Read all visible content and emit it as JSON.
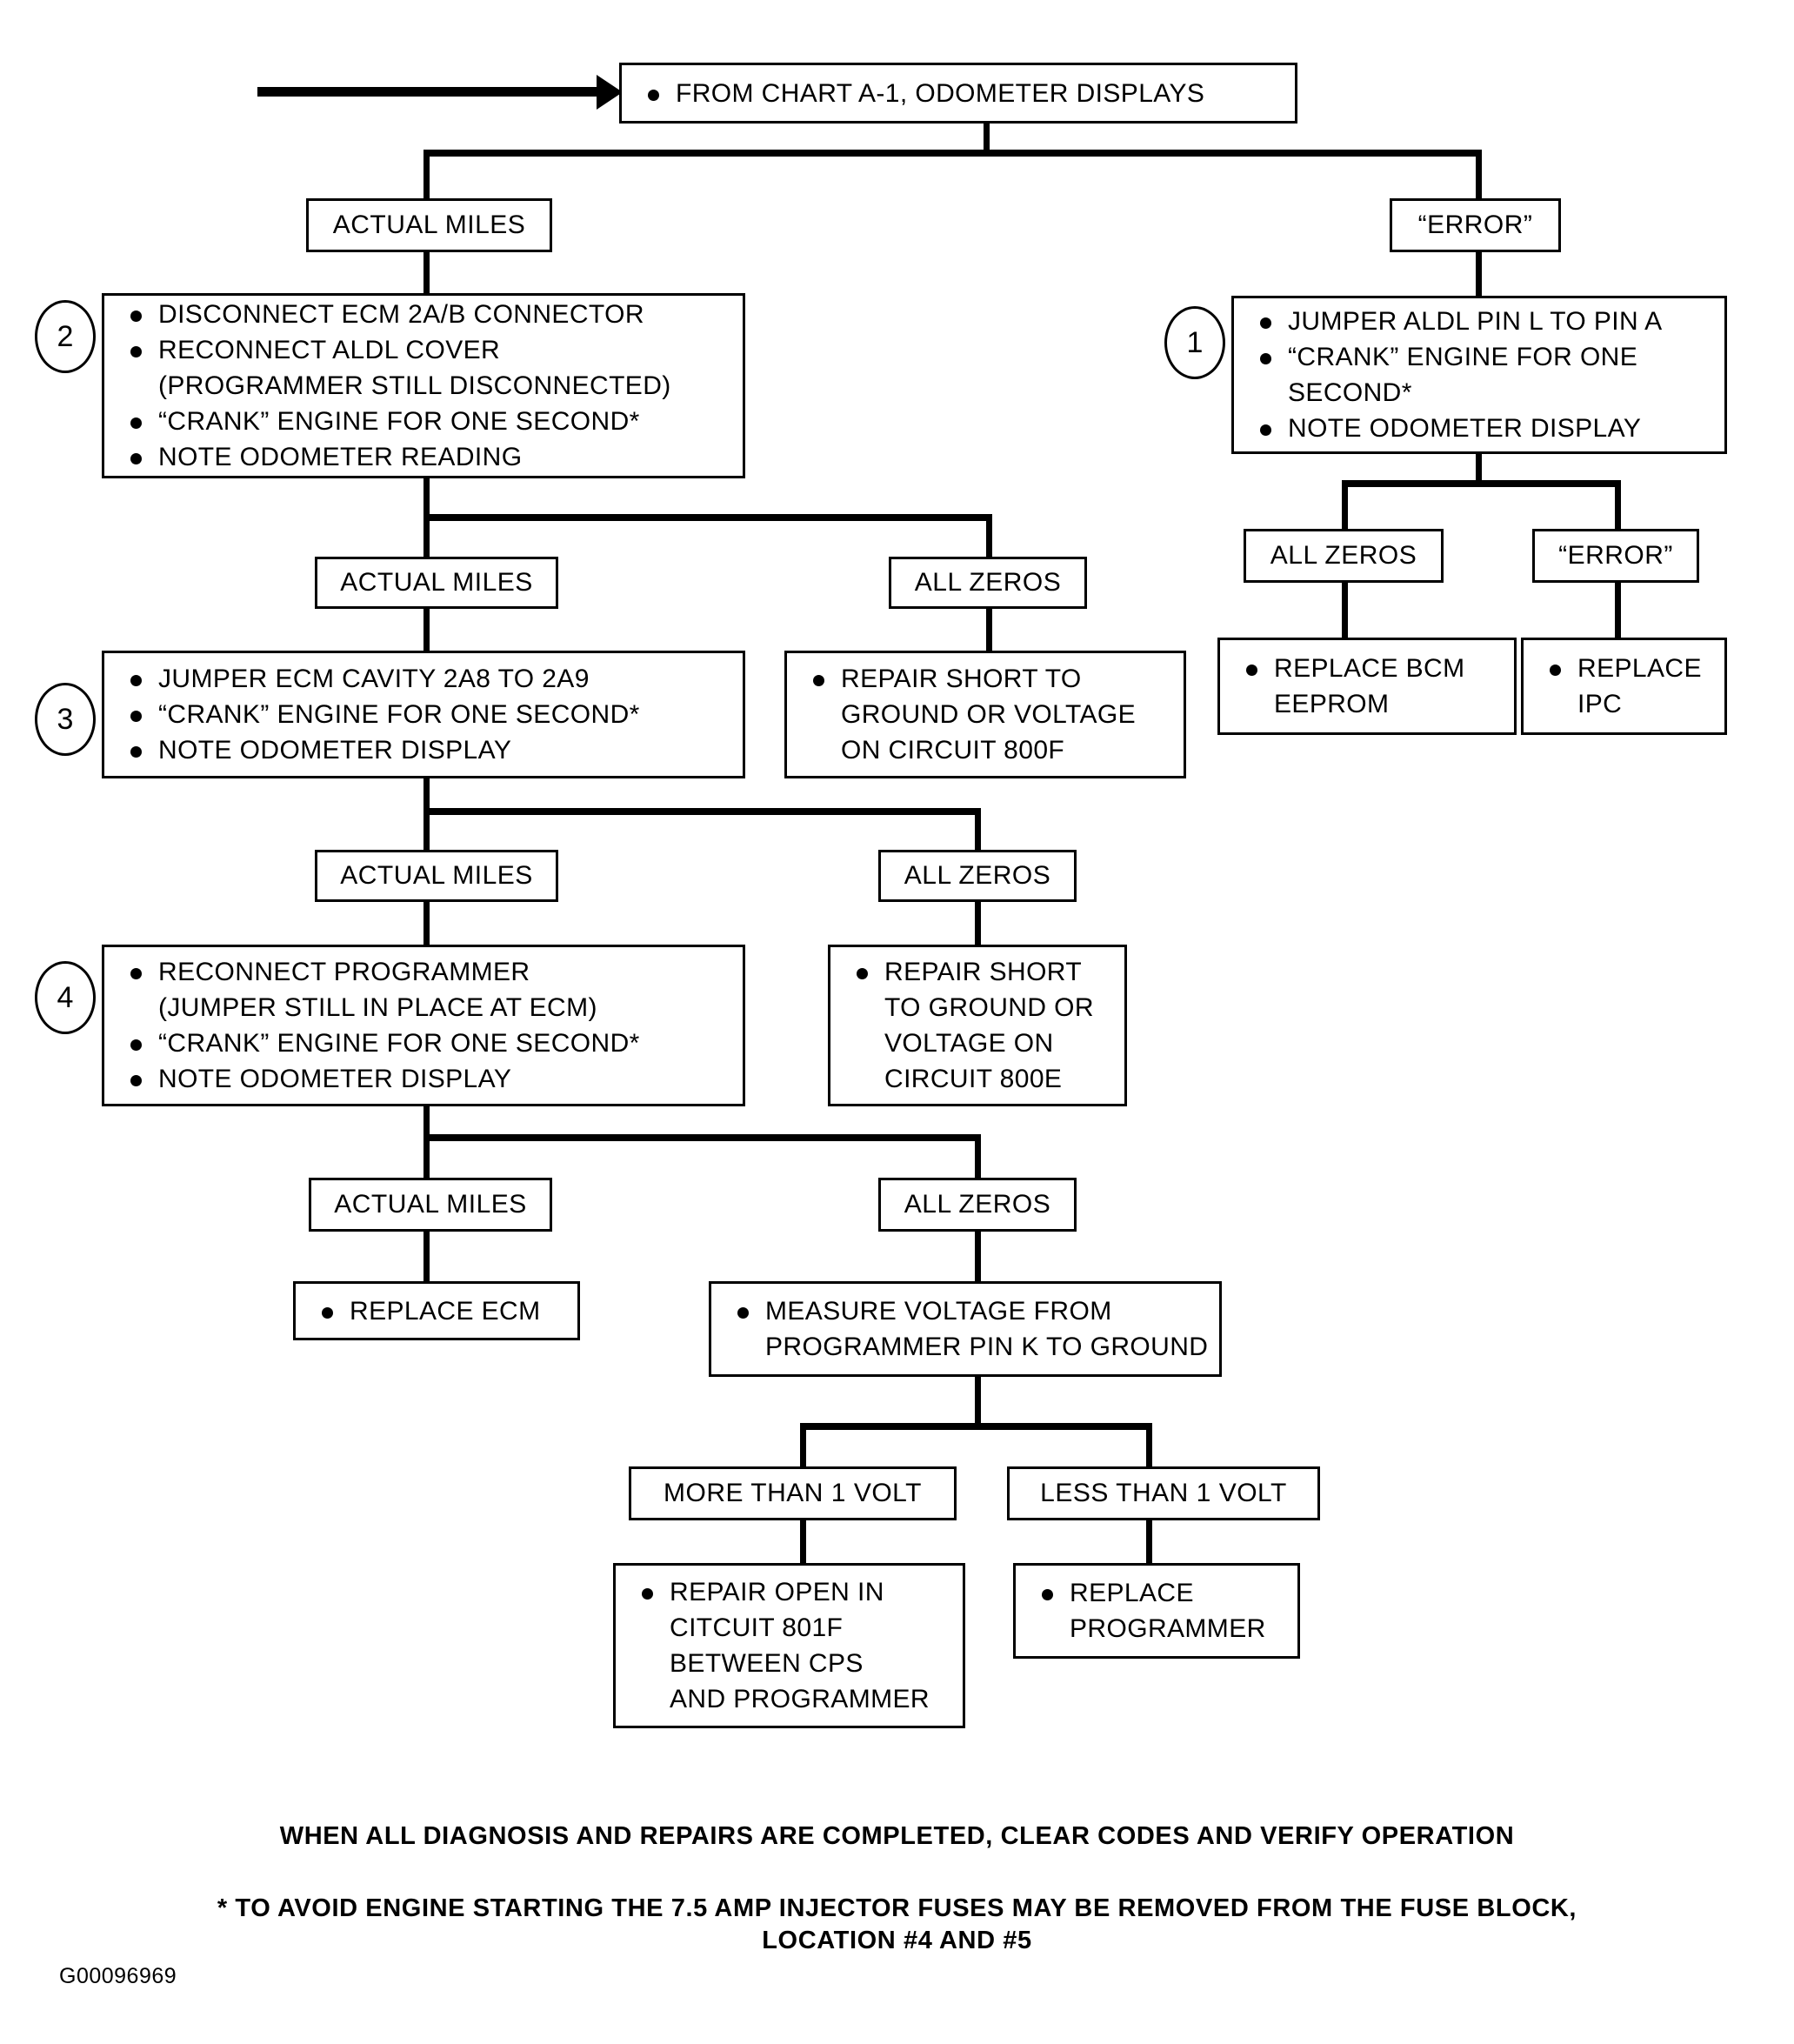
{
  "chart": {
    "code": "G00096969",
    "entry": {
      "label": "FROM CHART A-1, ODOMETER DISPLAYS"
    },
    "branch_labels": {
      "actual_miles": "ACTUAL MILES",
      "all_zeros": "ALL ZEROS",
      "error": "“ERROR”",
      "more_than_1_volt": "MORE THAN 1 VOLT",
      "less_than_1_volt": "LESS THAN 1 VOLT"
    },
    "steps": {
      "step1": {
        "number": "1",
        "lines": [
          {
            "text": "JUMPER ALDL PIN L TO PIN A",
            "bullet": true
          },
          {
            "text": "“CRANK” ENGINE FOR ONE",
            "bullet": true
          },
          {
            "text": "SECOND*",
            "bullet": false
          },
          {
            "text": "NOTE ODOMETER DISPLAY",
            "bullet": true
          }
        ]
      },
      "step2": {
        "number": "2",
        "lines": [
          {
            "text": "DISCONNECT ECM 2A/B CONNECTOR",
            "bullet": true
          },
          {
            "text": "RECONNECT ALDL COVER",
            "bullet": true
          },
          {
            "text": "(PROGRAMMER STILL DISCONNECTED)",
            "bullet": false
          },
          {
            "text": "“CRANK” ENGINE FOR ONE SECOND*",
            "bullet": true
          },
          {
            "text": "NOTE ODOMETER READING",
            "bullet": true
          }
        ]
      },
      "step3": {
        "number": "3",
        "lines": [
          {
            "text": "JUMPER ECM CAVITY 2A8 TO 2A9",
            "bullet": true
          },
          {
            "text": "“CRANK” ENGINE FOR ONE SECOND*",
            "bullet": true
          },
          {
            "text": "NOTE ODOMETER DISPLAY",
            "bullet": true
          }
        ]
      },
      "step4": {
        "number": "4",
        "lines": [
          {
            "text": "RECONNECT PROGRAMMER",
            "bullet": true
          },
          {
            "text": "(JUMPER STILL IN PLACE AT ECM)",
            "bullet": false
          },
          {
            "text": "“CRANK” ENGINE FOR ONE SECOND*",
            "bullet": true
          },
          {
            "text": "NOTE ODOMETER DISPLAY",
            "bullet": true
          }
        ]
      }
    },
    "actions": {
      "replace_bcm_eeprom": {
        "lines": [
          {
            "text": "REPLACE BCM",
            "bullet": true
          },
          {
            "text": "EEPROM",
            "bullet": false
          }
        ]
      },
      "replace_ipc": {
        "lines": [
          {
            "text": "REPLACE",
            "bullet": true
          },
          {
            "text": "IPC",
            "bullet": false
          }
        ]
      },
      "repair_800f": {
        "lines": [
          {
            "text": "REPAIR SHORT TO",
            "bullet": true
          },
          {
            "text": "GROUND OR VOLTAGE",
            "bullet": false
          },
          {
            "text": "ON CIRCUIT 800F",
            "bullet": false
          }
        ]
      },
      "repair_800e": {
        "lines": [
          {
            "text": "REPAIR SHORT",
            "bullet": true
          },
          {
            "text": "TO GROUND OR",
            "bullet": false
          },
          {
            "text": "VOLTAGE ON",
            "bullet": false
          },
          {
            "text": "CIRCUIT 800E",
            "bullet": false
          }
        ]
      },
      "replace_ecm": {
        "lines": [
          {
            "text": "REPLACE ECM",
            "bullet": true
          }
        ]
      },
      "measure_voltage": {
        "lines": [
          {
            "text": "MEASURE VOLTAGE FROM",
            "bullet": true
          },
          {
            "text": "PROGRAMMER PIN K TO GROUND",
            "bullet": false
          }
        ]
      },
      "repair_801f": {
        "lines": [
          {
            "text": "REPAIR OPEN IN",
            "bullet": true
          },
          {
            "text": "CITCUIT 801F",
            "bullet": false
          },
          {
            "text": "BETWEEN CPS",
            "bullet": false
          },
          {
            "text": "AND PROGRAMMER",
            "bullet": false
          }
        ]
      },
      "replace_programmer": {
        "lines": [
          {
            "text": "REPLACE",
            "bullet": true
          },
          {
            "text": "PROGRAMMER",
            "bullet": false
          }
        ]
      }
    },
    "footer": {
      "line1": "WHEN ALL DIAGNOSIS AND REPAIRS ARE COMPLETED, CLEAR CODES AND VERIFY OPERATION",
      "line2": "* TO AVOID ENGINE STARTING THE 7.5 AMP INJECTOR FUSES MAY BE REMOVED FROM THE FUSE BLOCK,",
      "line3": "LOCATION #4 AND #5"
    }
  }
}
